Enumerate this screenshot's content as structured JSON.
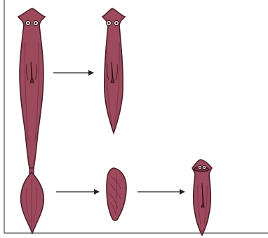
{
  "figure": {
    "colors": {
      "body_fill": "#9c4a5c",
      "body_stroke": "#4a1e28",
      "body_shade": "#6e2c3c",
      "eye_fill": "#f2e6e8",
      "eye_pupil": "#2a0f14",
      "arrow": "#222222",
      "frame": "#222222",
      "background": "#ffffff"
    },
    "panels": [
      {
        "id": "original",
        "description_icon": "planarian-cut-icon"
      },
      {
        "id": "head-regrown",
        "description_icon": "planarian-icon"
      },
      {
        "id": "tail-fragment",
        "description_icon": "planarian-tail-icon"
      },
      {
        "id": "tail-regenerated",
        "description_icon": "planarian-head-regrowing-icon"
      }
    ]
  }
}
